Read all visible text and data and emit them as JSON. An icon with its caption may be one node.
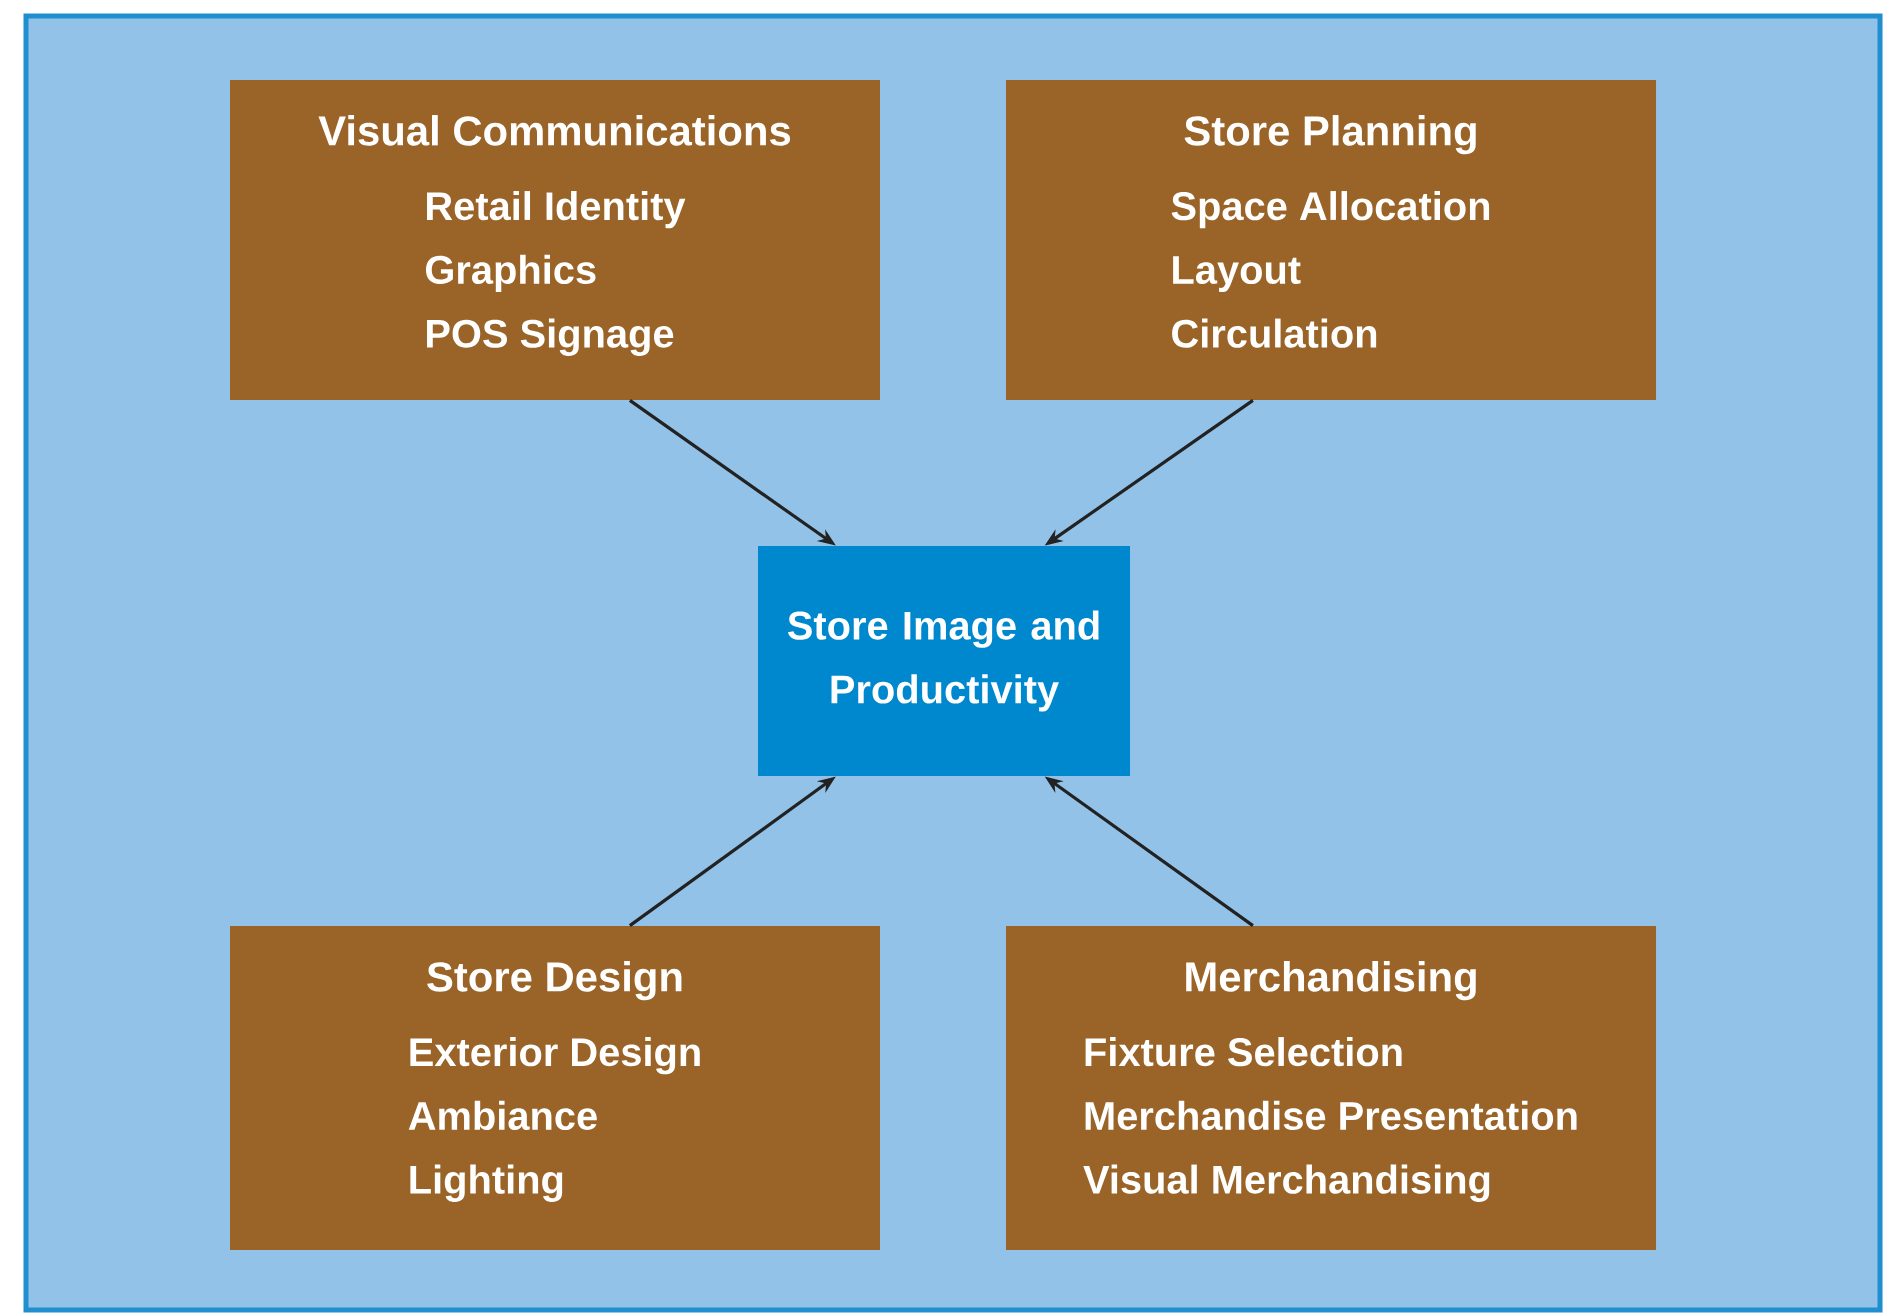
{
  "diagram": {
    "nodes": [
      {
        "text": [
          "Visual Communications",
          "Retail Identity",
          "Graphics",
          "POS Signage"
        ]
      },
      {
        "text": [
          "Store Planning",
          "Space Allocation",
          "Layout",
          "Circulation"
        ]
      },
      {
        "text": [
          "Store Image and Productivity"
        ]
      },
      {
        "text": [
          "Store Design",
          "Exterior Design",
          "Ambiance",
          "Lighting"
        ]
      },
      {
        "text": [
          "Merchandising",
          "Fixture Selection",
          "Merchandise Presentation",
          "Visual Merchandising"
        ]
      }
    ],
    "edges": [
      {
        "from": 0,
        "to": 2,
        "arrow": "to"
      },
      {
        "from": 1,
        "to": 2,
        "arrow": "to"
      },
      {
        "from": 3,
        "to": 2,
        "arrow": "to"
      },
      {
        "from": 4,
        "to": 2,
        "arrow": "to"
      }
    ]
  }
}
